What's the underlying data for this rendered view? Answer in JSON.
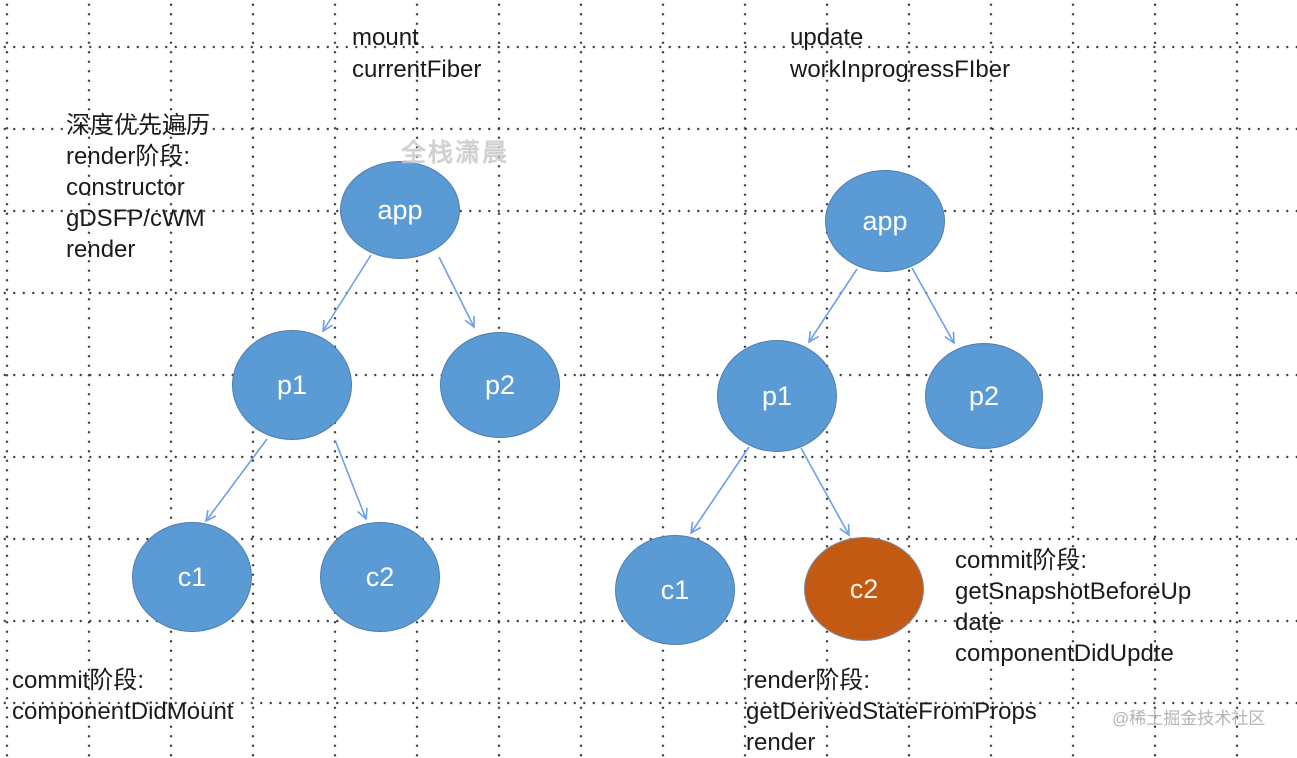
{
  "colors": {
    "node_blue": "#5b9bd5",
    "node_blue_border": "#4f7dad",
    "node_orange": "#c25a13",
    "node_orange_border": "#7f8ca6",
    "arrow": "#6f9fe6",
    "text": "#1b1b1b",
    "watermark": "#c9c9c9",
    "watermark_corner": "#b4b4b4"
  },
  "mount_tree": {
    "title_lines": [
      "mount",
      "currentFiber"
    ],
    "nodes": {
      "app": "app",
      "p1": "p1",
      "p2": "p2",
      "c1": "c1",
      "c2": "c2"
    }
  },
  "update_tree": {
    "title_lines": [
      "update",
      "workInprogressFIber"
    ],
    "nodes": {
      "app": "app",
      "p1": "p1",
      "p2": "p2",
      "c1": "c1",
      "c2": "c2"
    }
  },
  "notes": {
    "dfs": {
      "lines": [
        "深度优先遍历",
        "render阶段:",
        "constructor",
        "gDSFP/cWM",
        "render"
      ]
    },
    "commit_mount": {
      "lines": [
        "commit阶段:",
        "componentDidMount"
      ]
    },
    "render_update": {
      "lines": [
        "render阶段:",
        "getDerivedStateFromProps",
        "render"
      ]
    },
    "commit_update": {
      "lines": [
        "commit阶段:",
        "getSnapshotBeforeUp",
        "date",
        "componentDidUpdte"
      ]
    }
  },
  "watermarks": {
    "center": "全栈潇晨",
    "corner": "@稀土掘金技术社区"
  }
}
